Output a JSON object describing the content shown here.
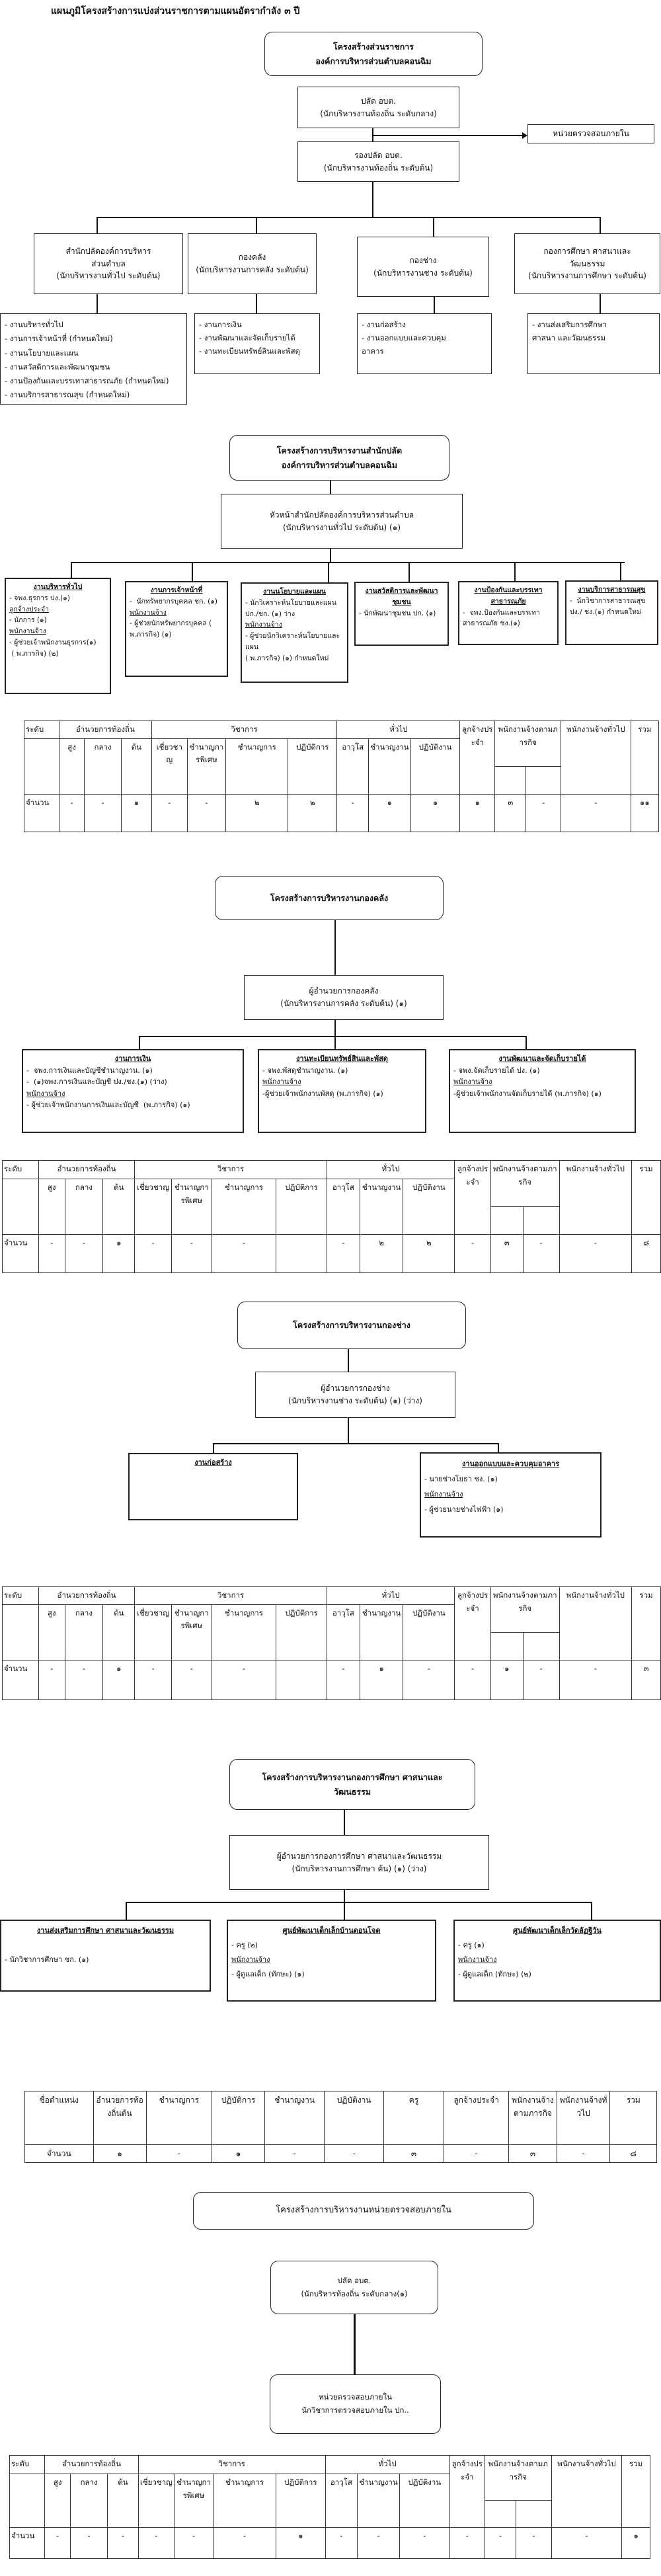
{
  "title": "แผนภูมิโครงสร้างการแบ่งส่วนราชการตามแผนอัตรากำลัง ๓ ปี",
  "overview": {
    "header": [
      "โครงสร้างส่วนราชการ",
      "องค์การบริหารส่วนตำบลคอนฉิม"
    ],
    "palad": [
      "ปลัด อบต.",
      "(นักบริหารงานท้องถิ่น ระดับกลาง)"
    ],
    "audit": [
      "หน่วยตรวจสอบภายใน"
    ],
    "rong_palad": [
      "รองปลัด อบต.",
      "(นักบริหารงานท้องถิ่น ระดับต้น)"
    ],
    "divisions": [
      [
        "สำนักปลัดองค์การบริหาร",
        "ส่วนตำบล",
        "(นักบริหารงานทั่วไป ระดับต้น)"
      ],
      [
        "กองคลัง",
        "(นักบริหารงานการคลัง ระดับต้น)"
      ],
      [
        "กองช่าง",
        "(นักบริหารงานช่าง ระดับต้น)"
      ],
      [
        "กองการศึกษา  ศาสนาและ",
        "วัฒนธรรม",
        "(นักบริหารงานการศึกษา ระดับต้น)"
      ]
    ],
    "units": [
      [
        "- งานบริหารทั่วไป",
        "- งานการเจ้าหน้าที่ (กำหนดใหม่)",
        "- งานนโยบายและแผน",
        "- งานสวัสดิการและพัฒนาชุมชน",
        "- งานป้องกันและบรรเทาสาธารณภัย (กำหนดใหม่)",
        "- งานบริการสาธารณสุข (กำหนดใหม่)"
      ],
      [
        "- งานการเงิน",
        "- งานพัฒนาและจัดเก็บรายได้",
        "- งานทะเบียนทรัพย์สินและพัสดุ"
      ],
      [
        "- งานก่อสร้าง",
        "- งานออกแบบและควบคุม",
        "อาคาร"
      ],
      [
        "- งานส่งเสริมการศึกษา",
        "ศาสนา และวัฒนธรรม"
      ]
    ]
  },
  "palad_office": {
    "header": [
      "โครงสร้างการบริหารงานสำนักปลัด",
      "องค์การบริหารส่วนตำบลคอนฉิม"
    ],
    "head": [
      "หัวหน้าสำนักปลัดองค์การบริหารส่วนตำบล",
      "(นักบริหารงานทั่วไป ระดับต้น) (๑)"
    ],
    "units": [
      [
        {
          "role": "heading",
          "text": "งานบริหารทั่วไป"
        },
        {
          "role": "item",
          "text": "- จพง.ธุรการ ปง.(๑)"
        },
        {
          "role": "sub",
          "text": "ลูกจ้างประจำ"
        },
        {
          "role": "item",
          "text": "- นักการ (๑)"
        },
        {
          "role": "sub",
          "text": "พนักงานจ้าง"
        },
        {
          "role": "item",
          "text": "- ผู้ช่วยเจ้าพนักงานธุรการ(๑)"
        },
        {
          "role": "item",
          "text": " ( พ.ภารกิจ) (๒)"
        }
      ],
      [
        {
          "role": "heading",
          "text": "งานการเจ้าหน้าที่"
        },
        {
          "role": "item",
          "text": "-  นักทรัพยากรบุคคล ชก. (๑)"
        },
        {
          "role": "sub",
          "text": "พนักงานจ้าง"
        },
        {
          "role": "item",
          "text": "- ผู้ช่วยนักทรัพยากรบุคคล ( พ.ภารกิจ) (๑)"
        }
      ],
      [
        {
          "role": "heading",
          "text": "งานนโยบายและแผน"
        },
        {
          "role": "item",
          "text": "- นักวิเคราะห์นโยบายและแผน ปก./ชก. (๑) ว่าง"
        },
        {
          "role": "sub",
          "text": "พนักงานจ้าง"
        },
        {
          "role": "item",
          "text": "- ผู้ช่วยนักวิเคราะห์นโยบายและแผน"
        },
        {
          "role": "item",
          "text": "( พ.ภารกิจ) (๑) กำหนดใหม่"
        }
      ],
      [
        {
          "role": "heading",
          "text": "งานสวัสดิการและพัฒนาชุมชน"
        },
        {
          "role": "item",
          "text": "- นักพัฒนาชุมชน ปก. (๑)"
        }
      ],
      [
        {
          "role": "heading",
          "text": "งานป้องกันและบรรเทาสาธารณภัย"
        },
        {
          "role": "item",
          "text": "-  จพง.ป้องกันและบรรเทาสาธารณภัย ชง.(๑)"
        }
      ],
      [
        {
          "role": "heading",
          "text": "งานบริการสาธารณสุข"
        },
        {
          "role": "item",
          "text": "-  นักวิชาการสาธารณสุข ปง./ ชง.(๑) กำหนดใหม่"
        }
      ]
    ]
  },
  "finance": {
    "header": [
      "โครงสร้างการบริหารงานกองคลัง"
    ],
    "head": [
      "ผู้อำนวยการกองคลัง",
      "(นักบริหารงานการคลัง ระดับต้น) (๑)"
    ],
    "units": [
      [
        {
          "role": "heading",
          "text": "งานการเงิน"
        },
        {
          "role": "item",
          "text": "-  จพง.การเงินและบัญชีชำนาญงาน. (๑)"
        },
        {
          "role": "item",
          "text": "-  (๑)จพง.การเงินและบัญชี ปง./ชง.(๑) (ว่าง)"
        },
        {
          "role": "sub",
          "text": "พนักงานจ้าง"
        },
        {
          "role": "item",
          "text": "- ผู้ช่วยเจ้าพนักงานการเงินและบัญชี  (พ.ภารกิจ) (๑)"
        }
      ],
      [
        {
          "role": "heading",
          "text": "งานทะเบียนทรัพย์สินและพัสดุ"
        },
        {
          "role": "item",
          "text": "- จพง.พัสดุชำนาญงาน. (๑)"
        },
        {
          "role": "sub",
          "text": "พนักงานจ้าง"
        },
        {
          "role": "item",
          "text": "-ผู้ช่วยเจ้าพนักงานพัสดุ (พ.ภารกิจ) (๑)"
        }
      ],
      [
        {
          "role": "heading",
          "text": "งานพัฒนาและจัดเก็บรายได้"
        },
        {
          "role": "item",
          "text": "- จพง.จัดเก็บรายได้ ปง. (๑)"
        },
        {
          "role": "sub",
          "text": "พนักงานจ้าง"
        },
        {
          "role": "item",
          "text": "-ผู้ช่วยเจ้าพนักงานจัดเก็บรายได้ (พ.ภารกิจ) (๑)"
        }
      ]
    ]
  },
  "engineering": {
    "header": [
      "โครงสร้างการบริหารงานกองช่าง"
    ],
    "head": [
      "ผู้อำนวยการกองช่าง",
      "(นักบริหารงานช่าง ระดับต้น) (๑) (ว่าง)"
    ],
    "units": [
      [
        {
          "role": "heading",
          "text": "งานก่อสร้าง"
        }
      ],
      [
        {
          "role": "heading",
          "text": "งานออกแบบและควบคุมอาคาร"
        },
        {
          "role": "item",
          "text": "- นายช่างโยธา ชง. (๑)"
        },
        {
          "role": "sub",
          "text": "พนักงานจ้าง"
        },
        {
          "role": "item",
          "text": "- ผู้ช่วยนายช่างไฟฟ้า (๑)"
        }
      ]
    ]
  },
  "education": {
    "header": [
      "โครงสร้างการบริหารงานกองการศึกษา  ศาสนาและ",
      "วัฒนธรรม"
    ],
    "head": [
      "ผู้อำนวยการกองการศึกษา  ศาสนาและวัฒนธรรม",
      "(นักบริหารงานการศึกษา ต้น) (๑) (ว่าง)"
    ],
    "units": [
      [
        {
          "role": "heading",
          "text": "งานส่งเสริมการศึกษา ศาสนาและวัฒนธรรม"
        },
        {
          "role": "item",
          "text": " "
        },
        {
          "role": "item",
          "text": "- นักวิชาการศึกษา ชก. (๑)"
        }
      ],
      [
        {
          "role": "heading",
          "text": "ศูนย์พัฒนาเด็กเล็กบ้านดอนโจด"
        },
        {
          "role": "item",
          "text": "- ครู (๒)"
        },
        {
          "role": "sub",
          "text": "พนักงานจ้าง"
        },
        {
          "role": "item",
          "text": "- ผู้ดูแลเด็ก (ทักษะ) (๑)"
        }
      ],
      [
        {
          "role": "heading",
          "text": "ศูนย์พัฒนาเด็กเล็กวัดลัฏฐิวัน"
        },
        {
          "role": "item",
          "text": "- ครู (๑)"
        },
        {
          "role": "sub",
          "text": "พนักงานจ้าง"
        },
        {
          "role": "item",
          "text": "- ผู้ดูแลเด็ก (ทักษะ) (๒)"
        }
      ]
    ],
    "summary_table": {
      "headers": [
        "ชื่อตำแหน่ง",
        "อำนวยการท้องถิ่นต้น",
        "ชำนาญการ",
        "ปฏิบัติการ",
        "ชำนาญงาน",
        "ปฏิบัติงาน",
        "ครู",
        "ลูกจ้างประจำ",
        "พนักงานจ้างตามภารกิจ",
        "พนักงานจ้างทั่วไป",
        "รวม"
      ],
      "row": [
        "จำนวน",
        "๑",
        "-",
        "๑",
        "-",
        "-",
        "๓",
        "-",
        "๓",
        "-",
        "๘"
      ]
    }
  },
  "audit_unit": {
    "header": [
      "โครงสร้างการบริหารงานหน่วยตรวจสอบภายใน"
    ],
    "palad": [
      "ปลัด อบต.",
      "(นักบริหารท้องถิ่น ระดับกลาง(๑)"
    ],
    "unit": [
      "หน่วยตรวจสอบภายใน",
      "นักวิชาการตรวจสอบภายใน ปก.."
    ]
  },
  "staff_table_header": {
    "level": "ระดับ",
    "groups": [
      "อำนวยการท้องถิ่น",
      "วิชาการ",
      "ทั่วไป"
    ],
    "permanent": "ลูกจ้างประจำ",
    "mission": "พนักงานจ้างตามภารกิจ",
    "general": "พนักงานจ้างทั่วไป",
    "total": "รวม",
    "subs": [
      "สูง",
      "กลาง",
      "ต้น",
      "เชี่ยวชาญ",
      "ชำนาญการพิเศษ",
      "ชำนาญการ",
      "ปฏิบัติการ",
      "อาวุโส",
      "ชำนาญงาน",
      "ปฏิบัติงาน"
    ]
  },
  "staff_tables": {
    "palad_office": {
      "label": "จำนวน",
      "values": [
        "-",
        "-",
        "๑",
        "-",
        "-",
        "๒",
        "๒",
        "-",
        "๑",
        "๑",
        "๑",
        "๓",
        "-",
        "-",
        "๑๑"
      ]
    },
    "finance": {
      "label": "จำนวน",
      "values": [
        "-",
        "-",
        "๑",
        "-",
        "-",
        "-",
        "",
        "-",
        "๒",
        "๒",
        "-",
        "๓",
        "-",
        "-",
        "๘"
      ]
    },
    "engineering": {
      "label": "จำนวน",
      "values": [
        "-",
        "-",
        "๑",
        "-",
        "-",
        "-",
        "",
        "-",
        "๑",
        "-",
        "-",
        "๑",
        "-",
        "-",
        "๓"
      ]
    },
    "audit_unit": {
      "label": "จำนวน",
      "values": [
        "-",
        "-",
        "-",
        "-",
        "-",
        "-",
        "๑",
        "-",
        "-",
        "-",
        "-",
        "-",
        "-",
        "-",
        "๑"
      ]
    }
  }
}
